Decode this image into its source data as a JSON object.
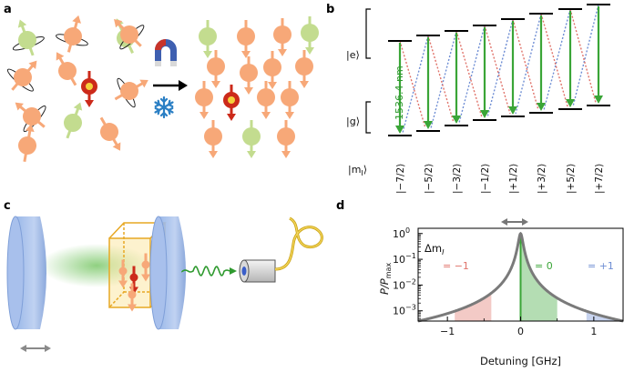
{
  "panels": {
    "a": {
      "label": "a"
    },
    "b": {
      "label": "b",
      "excited_label": "|e⟩",
      "ground_label": "|g⟩",
      "m_label": "|m",
      "m_sub": "I",
      "m_close": "⟩",
      "wavelength": "1536.4 nm",
      "m_states": [
        "|−7/2⟩",
        "|−5/2⟩",
        "|−3/2⟩",
        "|−1/2⟩",
        "|+1/2⟩",
        "|+3/2⟩",
        "|+5/2⟩",
        "|+7/2⟩"
      ]
    },
    "c": {
      "label": "c"
    },
    "d": {
      "label": "d"
    }
  },
  "colors": {
    "orange": "#f7a878",
    "green_atom": "#c3dc8f",
    "red_atom": "#cc2a1a",
    "yellow": "#f5d03c",
    "green_line": "#3aa537",
    "red_dot": "#e0736a",
    "blue_dot": "#6f8ed4",
    "curve": "#7a7a7a",
    "mirror": "#9fb8e8",
    "cavity_box": "#f0b429"
  },
  "icons": [
    "magnet-icon",
    "snowflake-icon",
    "arrow-right-icon",
    "fiber-detector-icon",
    "double-arrow-icon"
  ],
  "chart_data": {
    "type": "line",
    "title": "",
    "xlabel": "Detuning [GHz]",
    "ylabel": "P/P",
    "ylabel_sub": "max",
    "yscale": "log",
    "xlim": [
      -1.4,
      1.4
    ],
    "ylim": [
      0.0004,
      1.6
    ],
    "xticks": [
      "−1",
      "0",
      "1"
    ],
    "yticks": [
      "10",
      "10",
      "10",
      "10"
    ],
    "ytick_exponents": [
      "0",
      "−1",
      "−2",
      "−3"
    ],
    "legend_title": "Δm",
    "legend_title_sub": "I",
    "legend": [
      {
        "label": "= −1",
        "color": "#e0736a"
      },
      {
        "label": "= 0",
        "color": "#3aa537"
      },
      {
        "label": "= +1",
        "color": "#6f8ed4"
      }
    ],
    "linewidth_ghz": 0.028,
    "regions": [
      {
        "from": -0.9,
        "to": -0.4,
        "color": "#e0736a"
      },
      {
        "from": 0.0,
        "to": 0.5,
        "color": "#3aa537"
      },
      {
        "from": 0.9,
        "to": 1.4,
        "color": "#6f8ed4"
      }
    ]
  }
}
